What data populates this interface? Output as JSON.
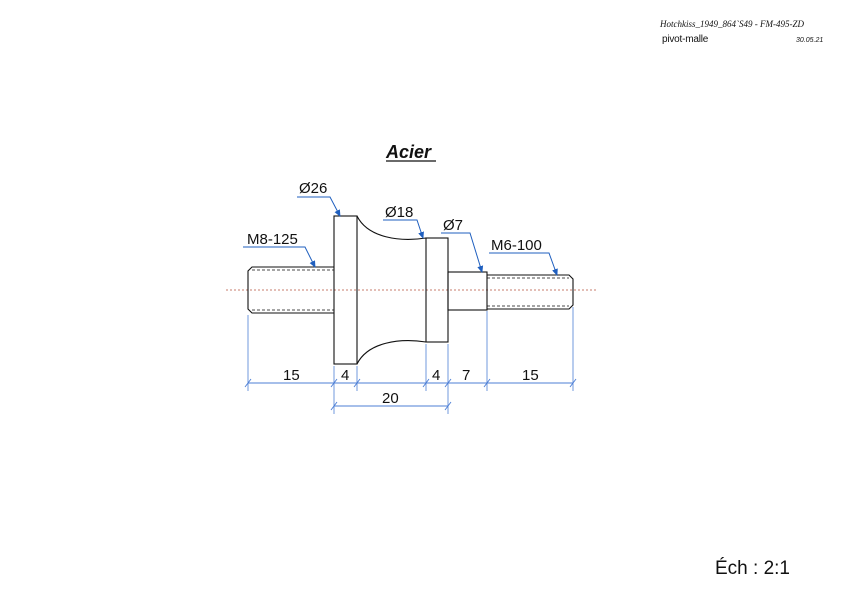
{
  "header": {
    "reference": "Hotchkiss_1949_864`S49 - FM-495-ZD",
    "name": "pivot-malle",
    "date": "30.05.21"
  },
  "drawing": {
    "material": "Acier",
    "callouts": {
      "flange_diameter": "Ø26",
      "neck_diameter": "Ø18",
      "step_diameter": "Ø7",
      "left_thread": "M8-125",
      "right_thread": "M6-100"
    },
    "dimensions": {
      "left_thread_length": "15",
      "flange_width": "4",
      "collar_width": "4",
      "step_length": "7",
      "right_thread_length": "15",
      "body_length": "20"
    },
    "colors": {
      "outline": "#111111",
      "leader": "#1f5fbf",
      "dimension_line": "#4d7fd6",
      "centerline": "#b5533c"
    }
  },
  "scale": "Éch : 2:1"
}
